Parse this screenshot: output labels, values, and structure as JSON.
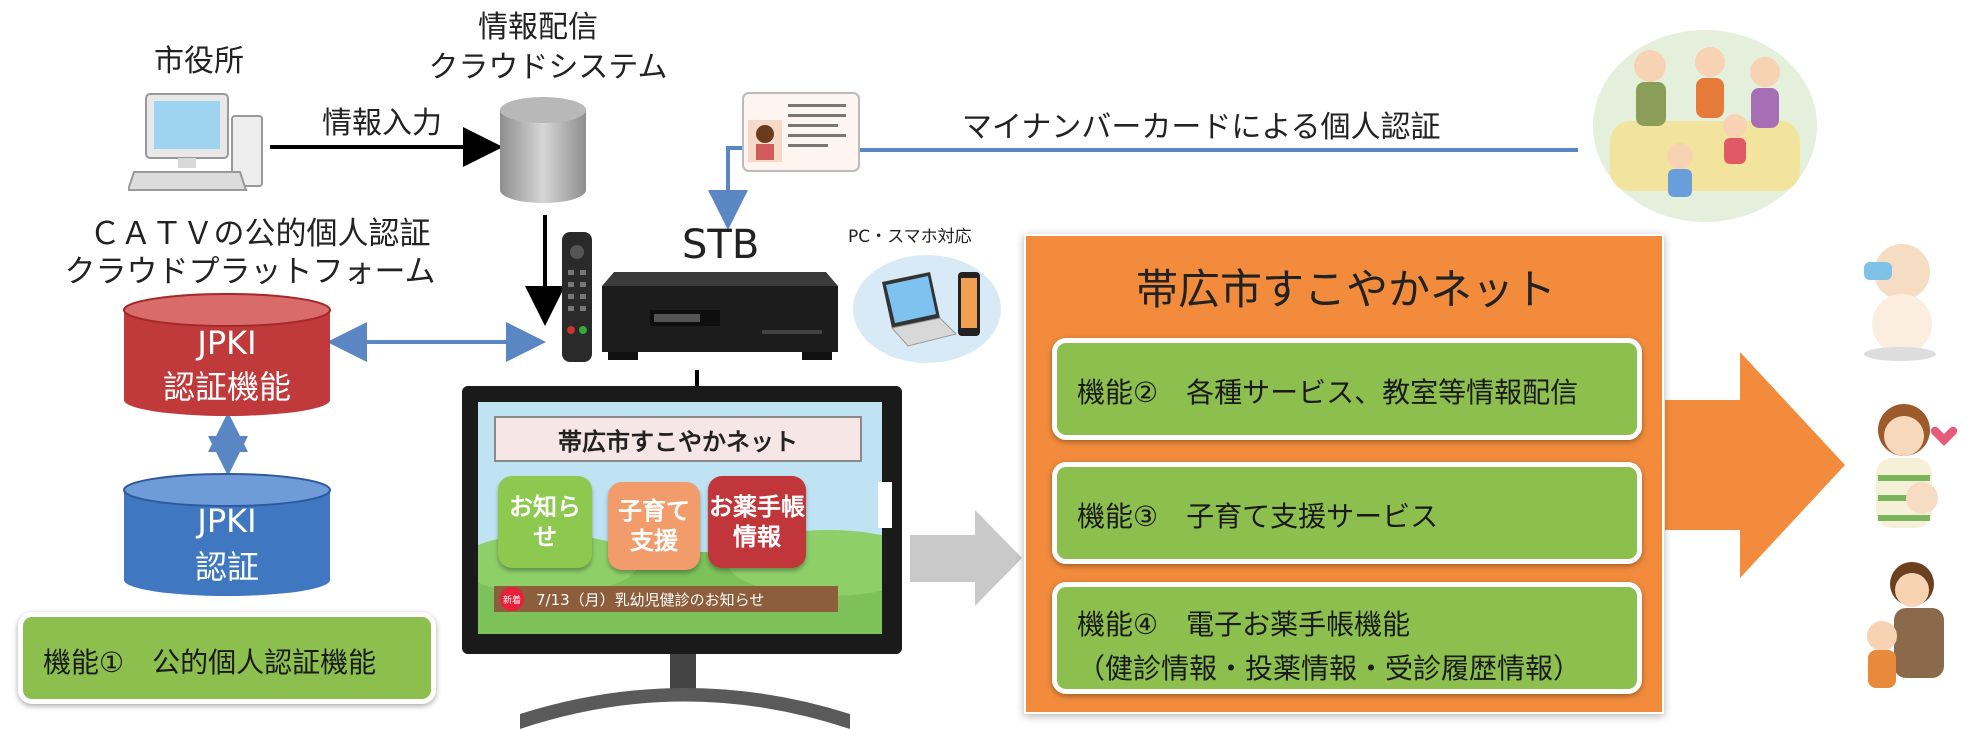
{
  "labels": {
    "city_hall": "市役所",
    "info_delivery_line1": "情報配信",
    "info_delivery_line2": "クラウドシステム",
    "info_input": "情報入力",
    "catv_line1": "ＣＡＴＶの公的個人認証",
    "catv_line2": "クラウドプラットフォーム",
    "stb": "STB",
    "pc_smartphone": "PC・スマホ対応",
    "mynumber_auth": "マイナンバーカードによる個人認証"
  },
  "databases": {
    "jpki_function_line1": "JPKI",
    "jpki_function_line2": "認証機能",
    "jpki_auth_line1": "JPKI",
    "jpki_auth_line2": "認証"
  },
  "feature1": "機能①　公的個人認証機能",
  "tv_screen": {
    "title": "帯広市すこやかネット",
    "tiles": [
      "お知らせ",
      "子育て\n支援",
      "お薬手帳\n情報"
    ],
    "new_badge": "新着",
    "news": "7/13（月）乳幼児健診のお知らせ"
  },
  "panel": {
    "title": "帯広市すこやかネット",
    "features": [
      {
        "line1": "機能②　各種サービス、教室等情報配信",
        "line2": ""
      },
      {
        "line1": "機能③　子育て支援サービス",
        "line2": ""
      },
      {
        "line1": "機能④　電子お薬手帳機能",
        "line2": "（健診情報・投薬情報・受診履歴情報）"
      }
    ]
  },
  "colors": {
    "panel_orange": "#f28c3c",
    "feature_green": "#8cbf4e",
    "connector_blue": "#5b86c4",
    "jpki_red": "#c0393b",
    "jpki_blue": "#3f78c0"
  }
}
